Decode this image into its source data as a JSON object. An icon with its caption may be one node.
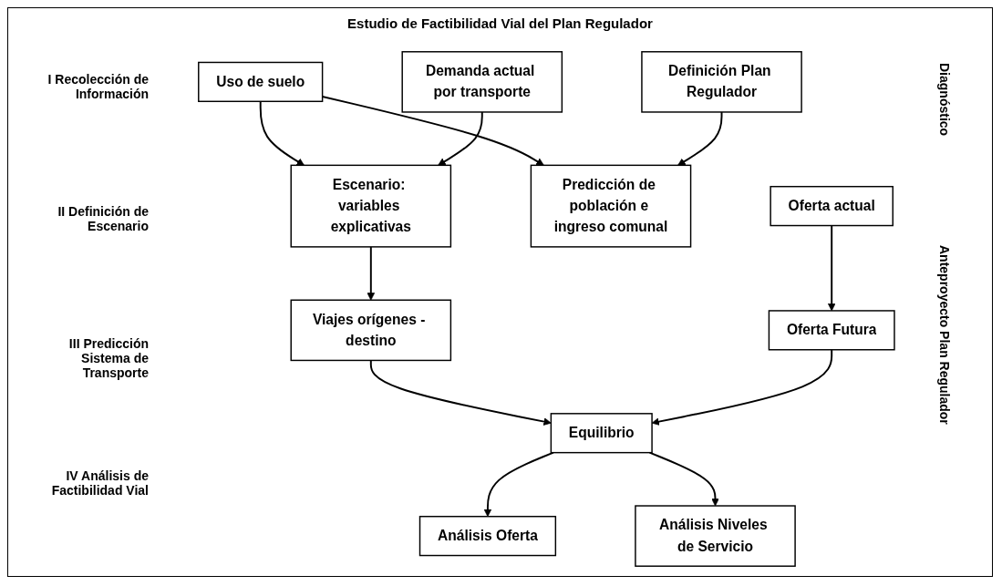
{
  "diagram": {
    "title": "Estudio de Factibilidad Vial del Plan Regulador",
    "nodes": [
      {
        "text": [
          "Uso de suelo"
        ]
      },
      {
        "text": [
          "Definición Plan Regulador"
        ]
      },
      {
        "text": [
          "Demanda actual por transporte"
        ]
      },
      {
        "text": [
          "Oferta actual"
        ]
      },
      {
        "text": [
          "Predicción de población e ingreso comunal"
        ]
      },
      {
        "text": [
          "Escenario: variables explicativas"
        ]
      },
      {
        "text": [
          "Viajes orígenes - destino"
        ]
      },
      {
        "text": [
          "Oferta Futura"
        ]
      },
      {
        "text": [
          "Equilibrio"
        ]
      },
      {
        "text": [
          "Análisis Oferta"
        ]
      },
      {
        "text": [
          "Análisis Niveles de Servicio"
        ]
      }
    ],
    "edges": [
      {
        "from": 0,
        "to": 5,
        "arrow": "to"
      },
      {
        "from": 0,
        "to": 4,
        "arrow": "to"
      },
      {
        "from": 1,
        "to": 4,
        "arrow": "to"
      },
      {
        "from": 2,
        "to": 5,
        "arrow": "to"
      },
      {
        "from": 3,
        "to": 7,
        "arrow": "to"
      },
      {
        "from": 5,
        "to": 6,
        "arrow": "to"
      },
      {
        "from": 6,
        "to": 8,
        "arrow": "to"
      },
      {
        "from": 7,
        "to": 8,
        "arrow": "to"
      },
      {
        "from": 8,
        "to": 9,
        "arrow": "to"
      },
      {
        "from": 8,
        "to": 10,
        "arrow": "to"
      }
    ],
    "labels": [
      "I Recolección de Información",
      "II Definición de Escenario",
      "III Predicción Sistema de Transporte",
      "IV Análisis de Factibilidad Vial",
      "Diagnóstico",
      "Anteproyecto Plan Regulador"
    ]
  }
}
